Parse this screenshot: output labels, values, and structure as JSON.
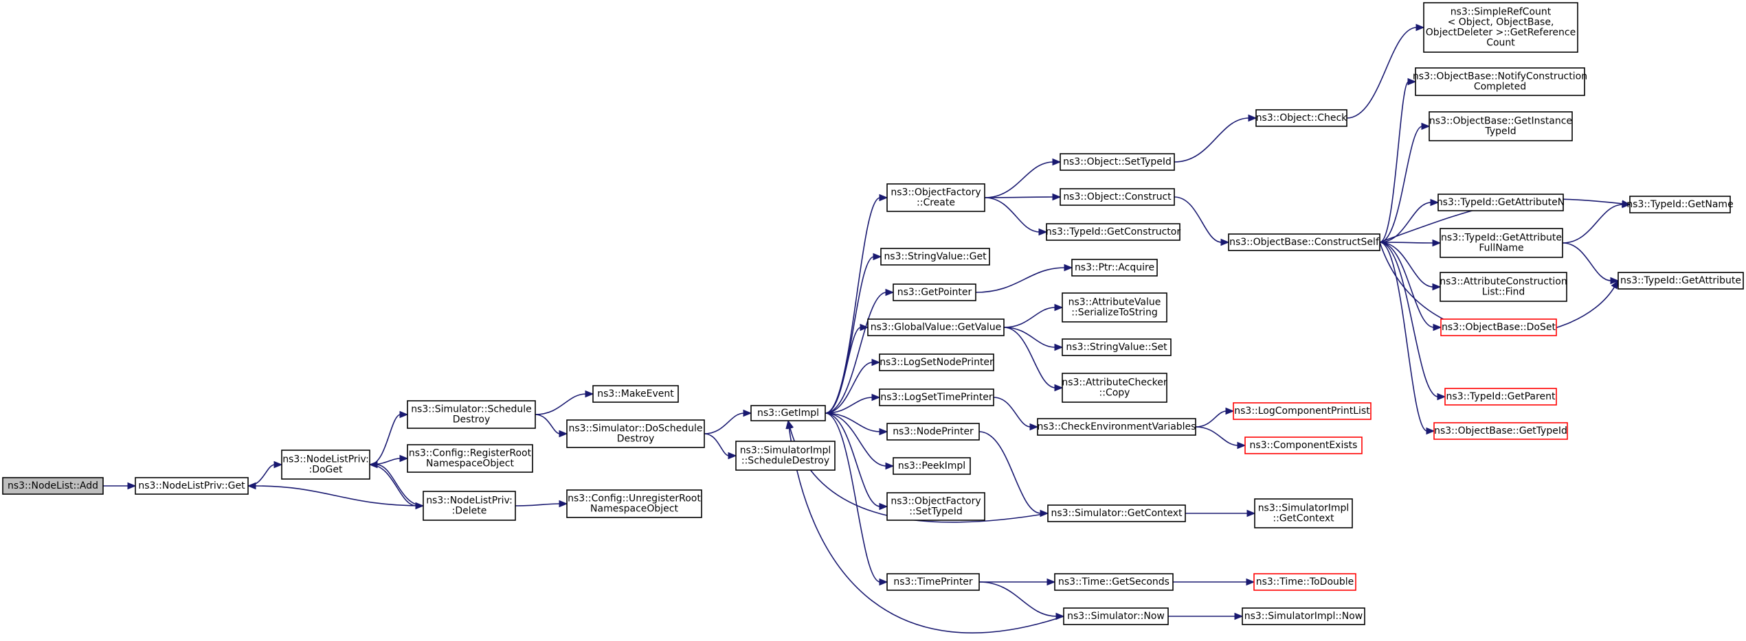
{
  "graph": {
    "colors": {
      "edge": "#191970",
      "node_border": "#000000",
      "node_border_error": "#ff0000",
      "root_fill": "#bfbfbf"
    },
    "nodes": [
      {
        "id": "nodelist-add",
        "lines": [
          "ns3::NodeList::Add"
        ],
        "style": "root"
      },
      {
        "id": "nodelistpriv-get",
        "lines": [
          "ns3::NodeListPriv::Get"
        ],
        "style": "normal"
      },
      {
        "id": "nodelistpriv-doget",
        "lines": [
          "ns3::NodeListPriv:",
          ":DoGet"
        ],
        "style": "normal"
      },
      {
        "id": "nodelistpriv-delete",
        "lines": [
          "ns3::NodeListPriv:",
          ":Delete"
        ],
        "style": "normal"
      },
      {
        "id": "simulator-scheduledestroy",
        "lines": [
          "ns3::Simulator::Schedule",
          "Destroy"
        ],
        "style": "normal"
      },
      {
        "id": "config-registerroot",
        "lines": [
          "ns3::Config::RegisterRoot",
          "NamespaceObject"
        ],
        "style": "normal"
      },
      {
        "id": "config-unregisterroot",
        "lines": [
          "ns3::Config::UnregisterRoot",
          "NamespaceObject"
        ],
        "style": "normal"
      },
      {
        "id": "makeevent",
        "lines": [
          "ns3::MakeEvent"
        ],
        "style": "normal"
      },
      {
        "id": "simulator-doscheduledestroy",
        "lines": [
          "ns3::Simulator::DoSchedule",
          "Destroy"
        ],
        "style": "normal"
      },
      {
        "id": "getimpl",
        "lines": [
          "ns3::GetImpl"
        ],
        "style": "normal"
      },
      {
        "id": "simulatorimpl-scheduledestroy",
        "lines": [
          "ns3::SimulatorImpl",
          "::ScheduleDestroy"
        ],
        "style": "normal"
      },
      {
        "id": "objectfactory-create",
        "lines": [
          "ns3::ObjectFactory",
          "::Create"
        ],
        "style": "normal"
      },
      {
        "id": "stringvalue-get",
        "lines": [
          "ns3::StringValue::Get"
        ],
        "style": "normal"
      },
      {
        "id": "getpointer",
        "lines": [
          "ns3::GetPointer"
        ],
        "style": "normal"
      },
      {
        "id": "globalvalue-getvalue",
        "lines": [
          "ns3::GlobalValue::GetValue"
        ],
        "style": "normal"
      },
      {
        "id": "logsetnodeprinter",
        "lines": [
          "ns3::LogSetNodePrinter"
        ],
        "style": "normal"
      },
      {
        "id": "logsettimeprinter",
        "lines": [
          "ns3::LogSetTimePrinter"
        ],
        "style": "normal"
      },
      {
        "id": "nodeprinter",
        "lines": [
          "ns3::NodePrinter"
        ],
        "style": "normal"
      },
      {
        "id": "peekimpl",
        "lines": [
          "ns3::PeekImpl"
        ],
        "style": "normal"
      },
      {
        "id": "objectfactory-settypeid",
        "lines": [
          "ns3::ObjectFactory",
          "::SetTypeId"
        ],
        "style": "normal"
      },
      {
        "id": "timeprinter",
        "lines": [
          "ns3::TimePrinter"
        ],
        "style": "normal"
      },
      {
        "id": "object-settypeid",
        "lines": [
          "ns3::Object::SetTypeId"
        ],
        "style": "normal"
      },
      {
        "id": "object-construct",
        "lines": [
          "ns3::Object::Construct"
        ],
        "style": "normal"
      },
      {
        "id": "typeid-getconstructor",
        "lines": [
          "ns3::TypeId::GetConstructor"
        ],
        "style": "normal"
      },
      {
        "id": "ptr-acquire",
        "lines": [
          "ns3::Ptr::Acquire"
        ],
        "style": "normal"
      },
      {
        "id": "attributevalue-serialize",
        "lines": [
          "ns3::AttributeValue",
          "::SerializeToString"
        ],
        "style": "normal"
      },
      {
        "id": "stringvalue-set",
        "lines": [
          "ns3::StringValue::Set"
        ],
        "style": "normal"
      },
      {
        "id": "attributechecker-copy",
        "lines": [
          "ns3::AttributeChecker",
          "::Copy"
        ],
        "style": "normal"
      },
      {
        "id": "checkenvvars",
        "lines": [
          "ns3::CheckEnvironmentVariables"
        ],
        "style": "normal"
      },
      {
        "id": "simulator-getcontext",
        "lines": [
          "ns3::Simulator::GetContext"
        ],
        "style": "normal"
      },
      {
        "id": "time-getseconds",
        "lines": [
          "ns3::Time::GetSeconds"
        ],
        "style": "normal"
      },
      {
        "id": "simulator-now",
        "lines": [
          "ns3::Simulator::Now"
        ],
        "style": "normal"
      },
      {
        "id": "object-check",
        "lines": [
          "ns3::Object::Check"
        ],
        "style": "normal"
      },
      {
        "id": "objectbase-constructself",
        "lines": [
          "ns3::ObjectBase::ConstructSelf"
        ],
        "style": "normal"
      },
      {
        "id": "logcomponentprintlist",
        "lines": [
          "ns3::LogComponentPrintList"
        ],
        "style": "error"
      },
      {
        "id": "componentexists",
        "lines": [
          "ns3::ComponentExists"
        ],
        "style": "error"
      },
      {
        "id": "simulatorimpl-getcontext",
        "lines": [
          "ns3::SimulatorImpl",
          "::GetContext"
        ],
        "style": "normal"
      },
      {
        "id": "time-todouble",
        "lines": [
          "ns3::Time::ToDouble"
        ],
        "style": "error"
      },
      {
        "id": "simulatorimpl-now",
        "lines": [
          "ns3::SimulatorImpl::Now"
        ],
        "style": "normal"
      },
      {
        "id": "simplerefcount-getreferencecount",
        "lines": [
          "ns3::SimpleRefCount",
          "< Object, ObjectBase,",
          "ObjectDeleter >::GetReference",
          "Count"
        ],
        "style": "normal"
      },
      {
        "id": "objectbase-notifyconstruction",
        "lines": [
          "ns3::ObjectBase::NotifyConstruction",
          "Completed"
        ],
        "style": "normal"
      },
      {
        "id": "objectbase-getinstancetypeid",
        "lines": [
          "ns3::ObjectBase::GetInstance",
          "TypeId"
        ],
        "style": "normal"
      },
      {
        "id": "typeid-getattributen",
        "lines": [
          "ns3::TypeId::GetAttributeN"
        ],
        "style": "normal"
      },
      {
        "id": "typeid-getattributefullname",
        "lines": [
          "ns3::TypeId::GetAttribute",
          "FullName"
        ],
        "style": "normal"
      },
      {
        "id": "attributeconstructionlist-find",
        "lines": [
          "ns3::AttributeConstruction",
          "List::Find"
        ],
        "style": "normal"
      },
      {
        "id": "objectbase-doset",
        "lines": [
          "ns3::ObjectBase::DoSet"
        ],
        "style": "error"
      },
      {
        "id": "typeid-getparent",
        "lines": [
          "ns3::TypeId::GetParent"
        ],
        "style": "error"
      },
      {
        "id": "objectbase-gettypeid",
        "lines": [
          "ns3::ObjectBase::GetTypeId"
        ],
        "style": "error"
      },
      {
        "id": "typeid-getname",
        "lines": [
          "ns3::TypeId::GetName"
        ],
        "style": "normal"
      },
      {
        "id": "typeid-getattribute",
        "lines": [
          "ns3::TypeId::GetAttribute"
        ],
        "style": "normal"
      }
    ],
    "edges": [
      [
        "nodelist-add",
        "nodelistpriv-get"
      ],
      [
        "nodelistpriv-get",
        "nodelistpriv-doget"
      ],
      [
        "nodelistpriv-doget",
        "simulator-scheduledestroy"
      ],
      [
        "nodelistpriv-doget",
        "config-registerroot"
      ],
      [
        "nodelistpriv-doget",
        "nodelistpriv-delete"
      ],
      [
        "nodelistpriv-delete",
        "nodelistpriv-get"
      ],
      [
        "nodelistpriv-delete",
        "nodelistpriv-doget"
      ],
      [
        "nodelistpriv-delete",
        "config-unregisterroot"
      ],
      [
        "simulator-scheduledestroy",
        "makeevent"
      ],
      [
        "simulator-scheduledestroy",
        "simulator-doscheduledestroy"
      ],
      [
        "simulator-doscheduledestroy",
        "getimpl"
      ],
      [
        "simulator-doscheduledestroy",
        "simulatorimpl-scheduledestroy"
      ],
      [
        "getimpl",
        "objectfactory-create"
      ],
      [
        "getimpl",
        "stringvalue-get"
      ],
      [
        "getimpl",
        "getpointer"
      ],
      [
        "getimpl",
        "globalvalue-getvalue"
      ],
      [
        "getimpl",
        "logsetnodeprinter"
      ],
      [
        "getimpl",
        "logsettimeprinter"
      ],
      [
        "getimpl",
        "nodeprinter"
      ],
      [
        "getimpl",
        "peekimpl"
      ],
      [
        "getimpl",
        "objectfactory-settypeid"
      ],
      [
        "getimpl",
        "timeprinter"
      ],
      [
        "objectfactory-create",
        "object-settypeid"
      ],
      [
        "objectfactory-create",
        "object-construct"
      ],
      [
        "objectfactory-create",
        "typeid-getconstructor"
      ],
      [
        "object-settypeid",
        "object-check"
      ],
      [
        "object-check",
        "simplerefcount-getreferencecount"
      ],
      [
        "object-construct",
        "objectbase-constructself"
      ],
      [
        "getpointer",
        "ptr-acquire"
      ],
      [
        "globalvalue-getvalue",
        "attributevalue-serialize"
      ],
      [
        "globalvalue-getvalue",
        "stringvalue-set"
      ],
      [
        "globalvalue-getvalue",
        "attributechecker-copy"
      ],
      [
        "logsettimeprinter",
        "checkenvvars"
      ],
      [
        "checkenvvars",
        "logcomponentprintlist"
      ],
      [
        "checkenvvars",
        "componentexists"
      ],
      [
        "nodeprinter",
        "simulator-getcontext"
      ],
      [
        "simulator-getcontext",
        "getimpl"
      ],
      [
        "simulator-getcontext",
        "simulatorimpl-getcontext"
      ],
      [
        "timeprinter",
        "time-getseconds"
      ],
      [
        "timeprinter",
        "simulator-now"
      ],
      [
        "time-getseconds",
        "time-todouble"
      ],
      [
        "simulator-now",
        "getimpl"
      ],
      [
        "simulator-now",
        "simulatorimpl-now"
      ],
      [
        "objectbase-constructself",
        "objectbase-notifyconstruction"
      ],
      [
        "objectbase-constructself",
        "objectbase-getinstancetypeid"
      ],
      [
        "objectbase-constructself",
        "typeid-getname"
      ],
      [
        "objectbase-constructself",
        "typeid-getattributen"
      ],
      [
        "objectbase-constructself",
        "typeid-getattributefullname"
      ],
      [
        "objectbase-constructself",
        "attributeconstructionlist-find"
      ],
      [
        "objectbase-constructself",
        "objectbase-doset"
      ],
      [
        "objectbase-constructself",
        "typeid-getattribute"
      ],
      [
        "objectbase-constructself",
        "typeid-getparent"
      ],
      [
        "objectbase-constructself",
        "objectbase-gettypeid"
      ],
      [
        "typeid-getattributefullname",
        "typeid-getname"
      ],
      [
        "typeid-getattributefullname",
        "typeid-getattribute"
      ]
    ]
  }
}
